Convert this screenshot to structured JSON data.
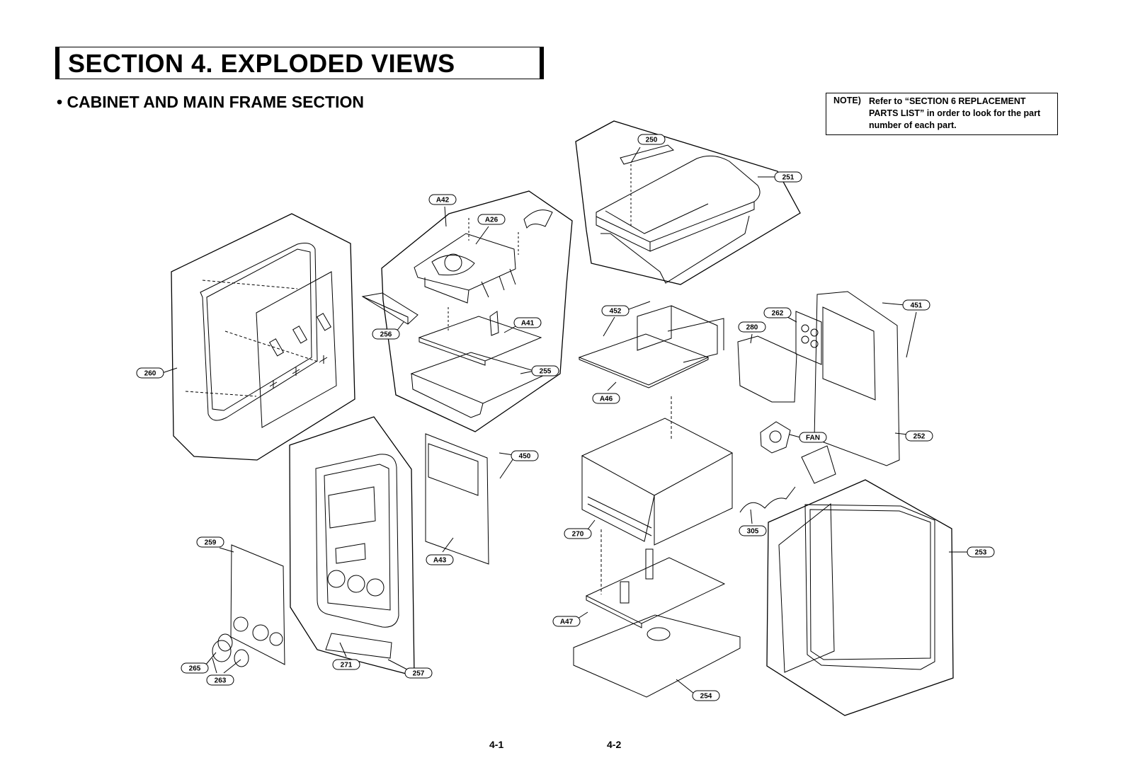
{
  "header": {
    "section_title": "SECTION 4. EXPLODED VIEWS",
    "subtitle": "• CABINET AND MAIN FRAME SECTION"
  },
  "note": {
    "label": "NOTE)",
    "text": "Refer to “SECTION 6 REPLACEMENT PARTS LIST” in order to look for the part number of each part."
  },
  "footer": {
    "page_left": "4-1",
    "page_right": "4-2"
  },
  "callouts": {
    "c250": "250",
    "c251": "251",
    "cA42": "A42",
    "cA26": "A26",
    "c256": "256",
    "cA41": "A41",
    "c255": "255",
    "c260": "260",
    "c452": "452",
    "cA46": "A46",
    "c262": "262",
    "c280": "280",
    "c451": "451",
    "c252": "252",
    "cFAN": "FAN",
    "c450": "450",
    "cA43": "A43",
    "c270": "270",
    "c305": "305",
    "c253": "253",
    "c259": "259",
    "cA47": "A47",
    "c265": "265",
    "c263": "263",
    "c271": "271",
    "c257": "257",
    "c254": "254"
  }
}
